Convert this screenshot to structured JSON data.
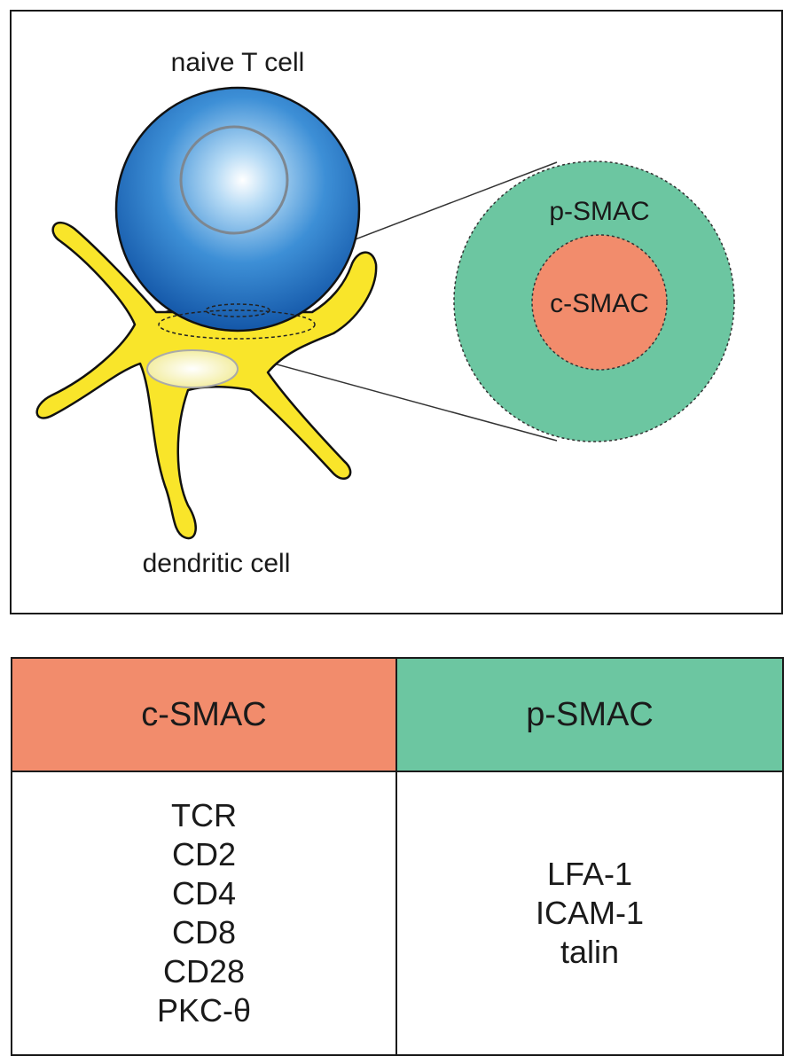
{
  "diagram": {
    "labels": {
      "t_cell": "naive T cell",
      "dendritic_cell": "dendritic cell",
      "p_smac": "p-SMAC",
      "c_smac": "c-SMAC"
    },
    "colors": {
      "t_cell_blue": "#1f6fc0",
      "dendritic_yellow": "#f9e52a",
      "p_smac_green": "#6cc6a1",
      "c_smac_salmon": "#f28c6c"
    }
  },
  "table": {
    "headers": [
      "c-SMAC",
      "p-SMAC"
    ],
    "c_smac_items": [
      "TCR",
      "CD2",
      "CD4",
      "CD8",
      "CD28",
      "PKC-θ"
    ],
    "p_smac_items": [
      "LFA-1",
      "ICAM-1",
      "talin"
    ]
  }
}
